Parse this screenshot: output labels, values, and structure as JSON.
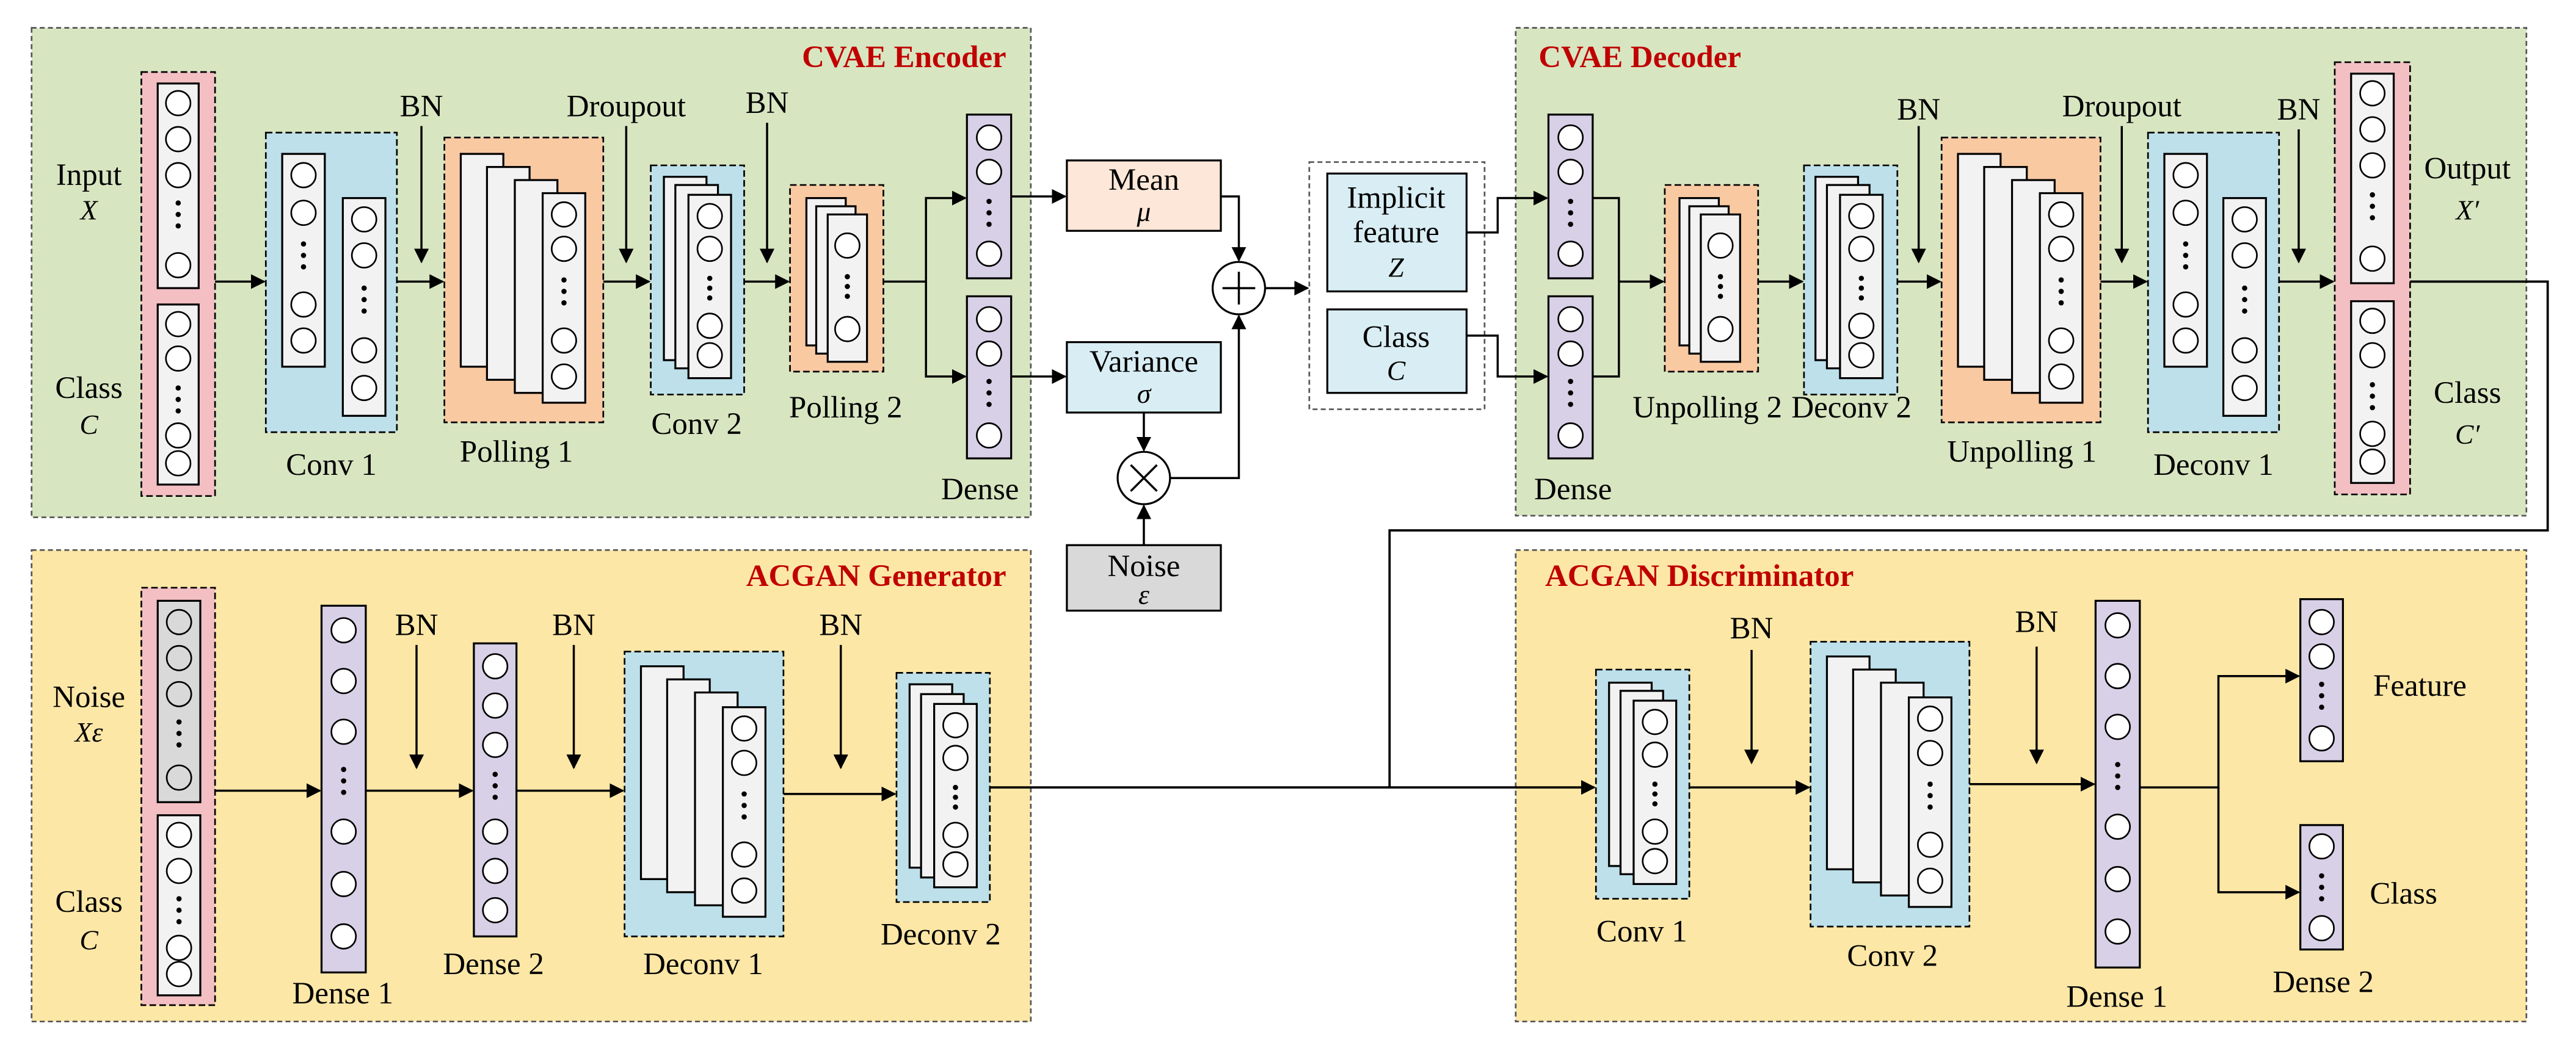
{
  "colors": {
    "cvae_panel": "#d8e5c1",
    "acgan_panel": "#fde7a6",
    "title_red": "#c00000",
    "input_pink": "#f3bfc2",
    "conv_blue": "#bde0ea",
    "pool_orange": "#f9c9a2",
    "dense_purple": "#d8d0e6",
    "mean_fill": "#fde7d8",
    "var_fill": "#d9eef4",
    "noise_fill": "#d9d9d9",
    "cell_fill": "#f2f2f2"
  },
  "panels": {
    "cvae_encoder": "CVAE Encoder",
    "cvae_decoder": "CVAE Decoder",
    "acgan_generator": "ACGAN Generator",
    "acgan_discriminator": "ACGAN Discriminator"
  },
  "encoder": {
    "input_label": "Input",
    "input_symbol": "X",
    "class_label": "Class",
    "class_symbol": "C",
    "conv1": "Conv 1",
    "bn1": "BN",
    "pool1": "Polling 1",
    "dropout": "Droupout",
    "conv2": "Conv 2",
    "bn2": "BN",
    "pool2": "Polling 2",
    "dense": "Dense"
  },
  "latent": {
    "mean_label": "Mean",
    "mean_symbol": "μ",
    "var_label": "Variance",
    "var_symbol": "σ",
    "noise_label": "Noise",
    "noise_symbol": "ε",
    "implicit_line1": "Implicit",
    "implicit_line2": "feature",
    "implicit_symbol": "Z",
    "class_label": "Class",
    "class_symbol": "C"
  },
  "decoder": {
    "dense": "Dense",
    "unpool2": "Unpolling 2",
    "deconv2": "Deconv 2",
    "bn1": "BN",
    "unpool1": "Unpolling 1",
    "dropout": "Droupout",
    "deconv1": "Deconv 1",
    "bn2": "BN",
    "output_label": "Output",
    "output_symbol": "X′",
    "class_label": "Class",
    "class_symbol": "C′"
  },
  "generator": {
    "noise_label": "Noise",
    "noise_symbol": "Xε",
    "class_label": "Class",
    "class_symbol": "C",
    "dense1": "Dense 1",
    "bn1": "BN",
    "dense2": "Dense 2",
    "bn2": "BN",
    "deconv1": "Deconv 1",
    "bn3": "BN",
    "deconv2": "Deconv 2"
  },
  "discriminator": {
    "conv1": "Conv 1",
    "bn1": "BN",
    "conv2": "Conv 2",
    "bn2": "BN",
    "dense1": "Dense 1",
    "feature_label": "Feature",
    "class_label": "Class",
    "dense2": "Dense 2"
  }
}
